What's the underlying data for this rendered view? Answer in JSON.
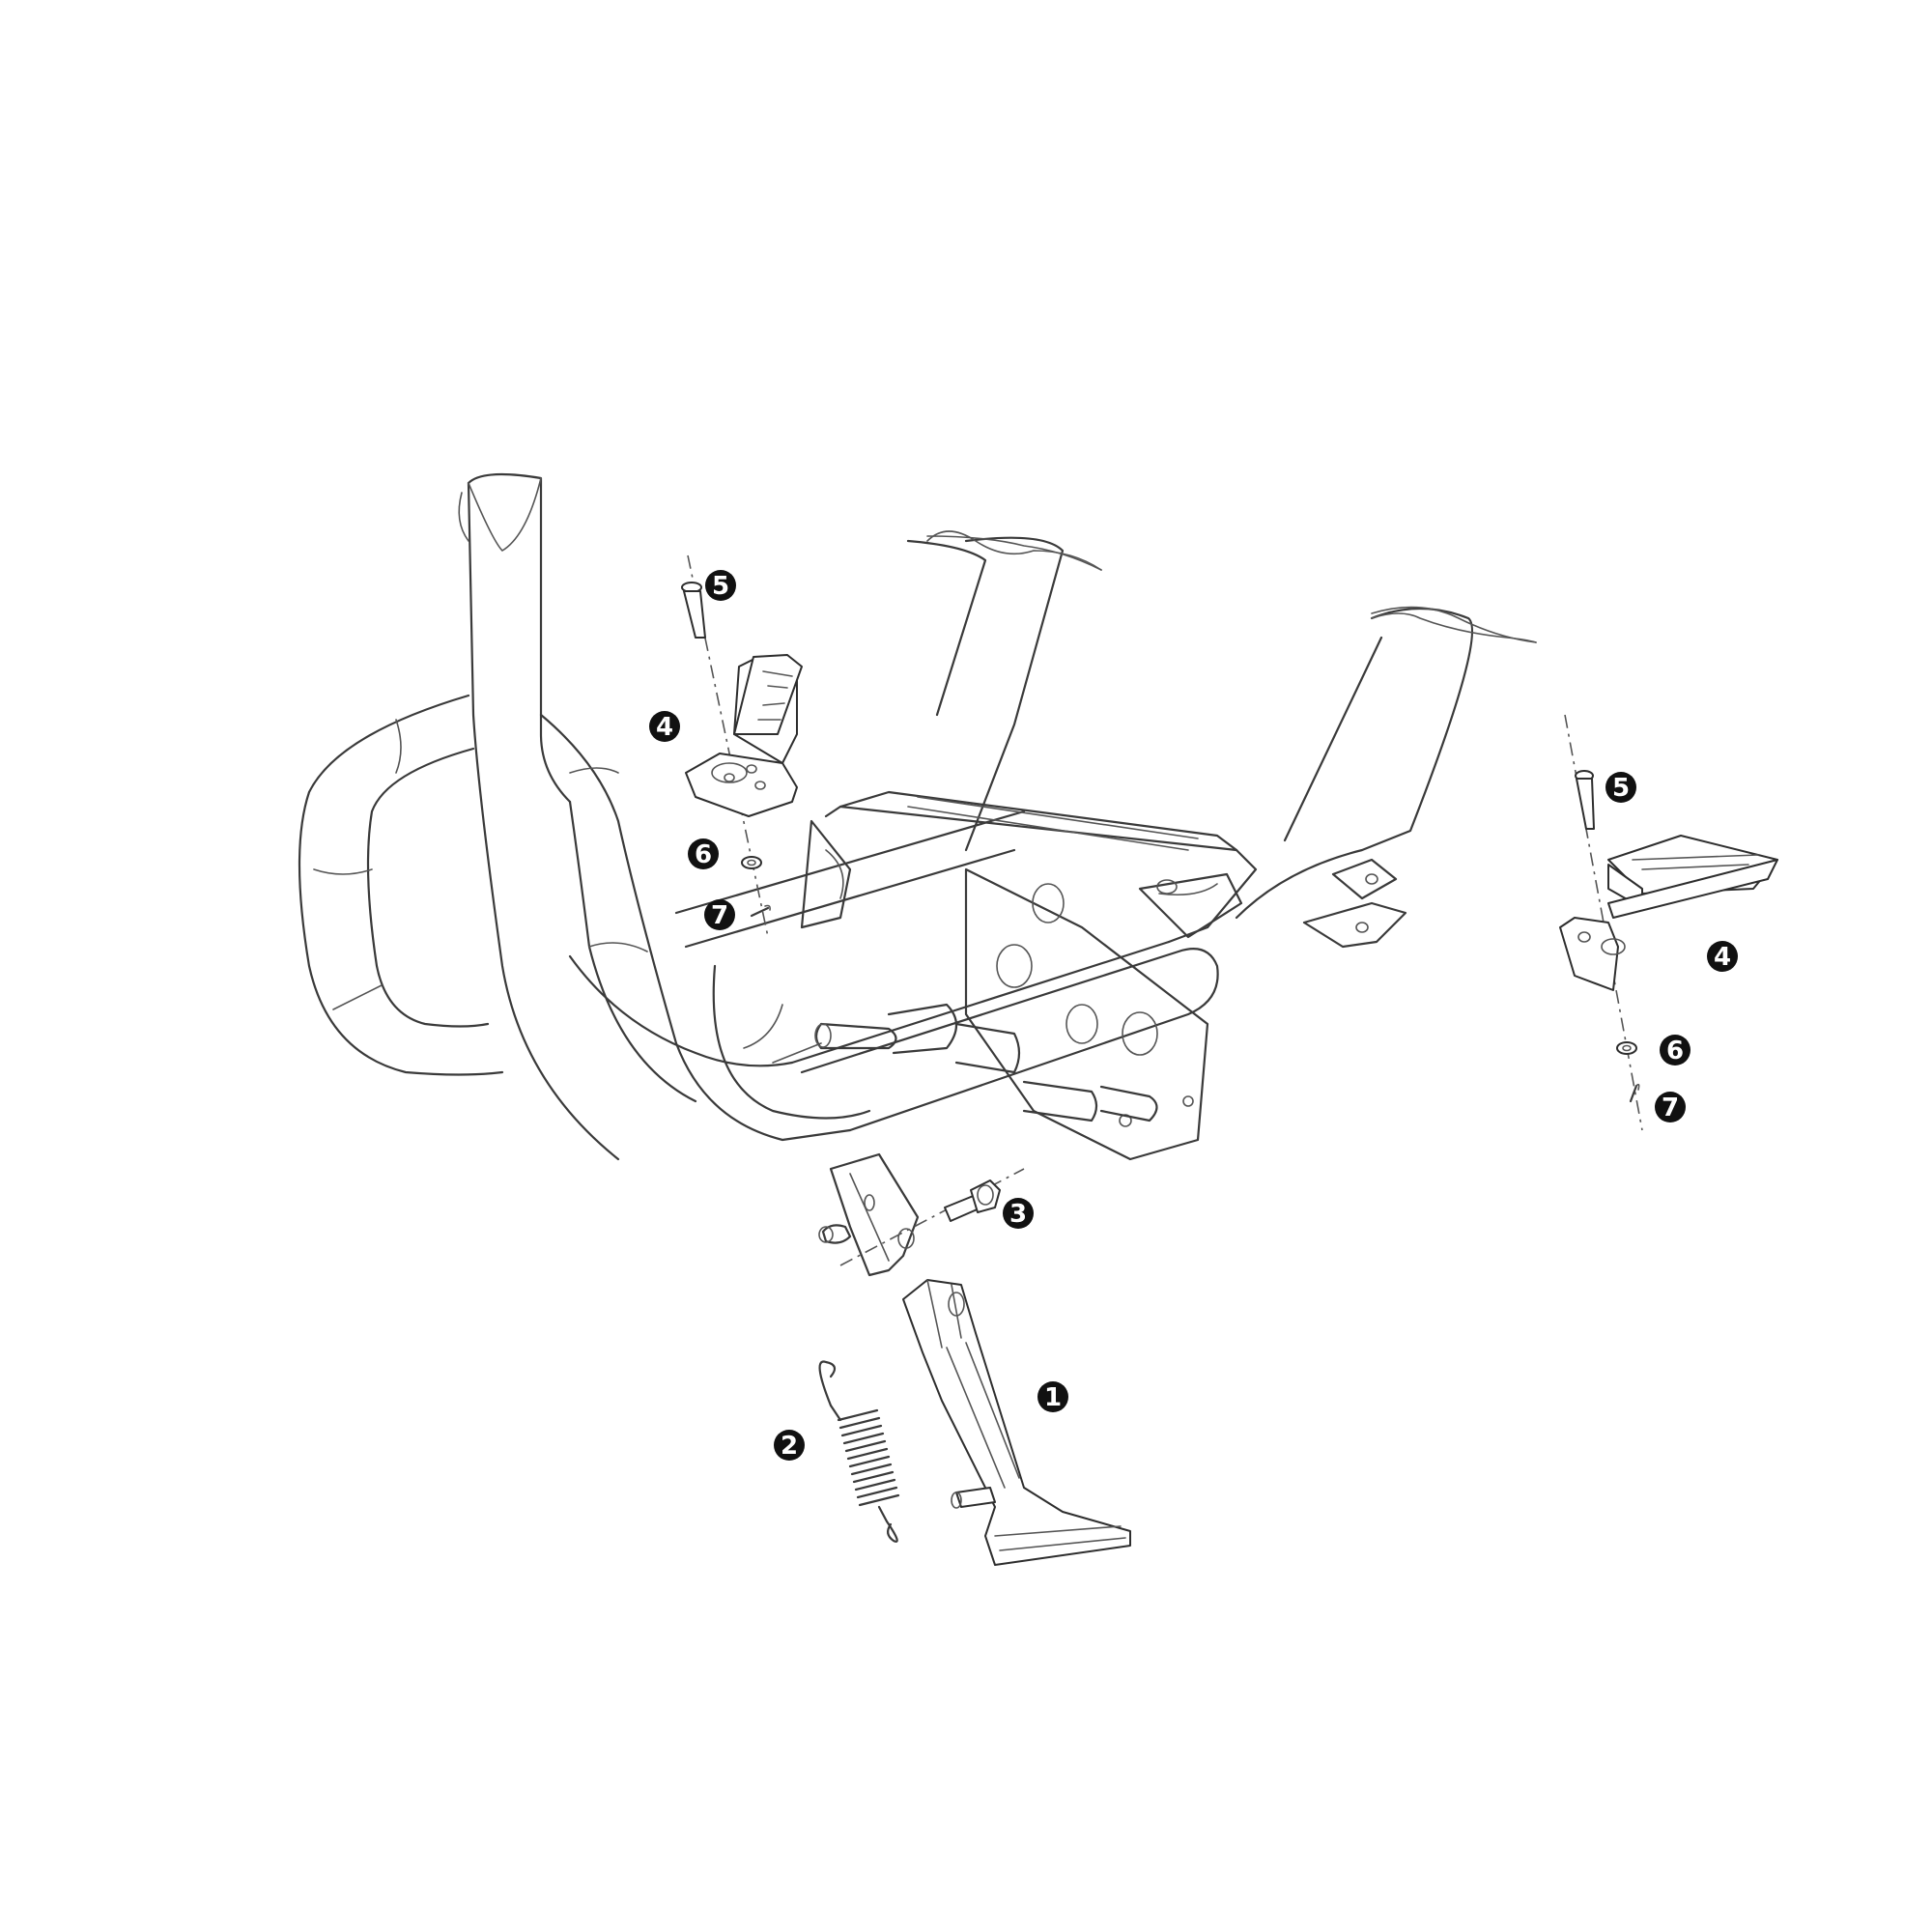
{
  "diagram": {
    "title": "Frame, side stand and footrest exploded view",
    "callouts": [
      {
        "id": "c1",
        "label": "1",
        "part": "side-stand"
      },
      {
        "id": "c2",
        "label": "2",
        "part": "side-stand-spring"
      },
      {
        "id": "c3",
        "label": "3",
        "part": "side-stand-bolt"
      },
      {
        "id": "c4l",
        "label": "4",
        "part": "footrest-left"
      },
      {
        "id": "c4r",
        "label": "4",
        "part": "footrest-right"
      },
      {
        "id": "c5l",
        "label": "5",
        "part": "footrest-pin-left"
      },
      {
        "id": "c5r",
        "label": "5",
        "part": "footrest-pin-right"
      },
      {
        "id": "c6l",
        "label": "6",
        "part": "washer-left"
      },
      {
        "id": "c6r",
        "label": "6",
        "part": "washer-right"
      },
      {
        "id": "c7l",
        "label": "7",
        "part": "cotter-pin-left"
      },
      {
        "id": "c7r",
        "label": "7",
        "part": "cotter-pin-right"
      }
    ]
  }
}
